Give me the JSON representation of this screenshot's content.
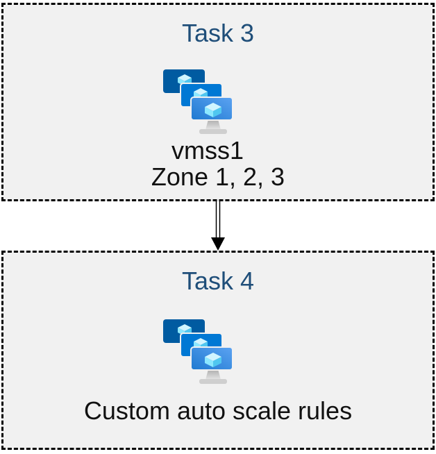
{
  "diagram": {
    "background_color": "#FFFFFF",
    "box_background_color": "#F1F1F1",
    "box_border_color": "#000000",
    "title_color": "#1F4E79",
    "text_color": "#111111",
    "tasks": [
      {
        "title": "Task 3",
        "icon": "vm-scale-sets-icon",
        "lines": [
          "vmss1",
          "Zone 1, 2, 3"
        ]
      },
      {
        "title": "Task 4",
        "icon": "vm-scale-sets-icon",
        "lines": [
          "Custom auto scale rules"
        ]
      }
    ],
    "connector": {
      "type": "double-line-arrow",
      "direction": "down",
      "from": "Task 3",
      "to": "Task 4",
      "color": "#000000"
    }
  },
  "icon_colors": {
    "screen_back": "#005BA1",
    "screen_middle": "#0078D4",
    "screen_front_gradient_start": "#1E79D0",
    "screen_front_gradient_end": "#5CA3F2",
    "cube_top": "#D2F5FF",
    "cube_left": "#8CE8FF",
    "cube_right": "#50C7F0",
    "stand_neck": "#C2C2C2",
    "stand_base": "#CFCFCF",
    "screen_gap": "#F1F1F1"
  }
}
